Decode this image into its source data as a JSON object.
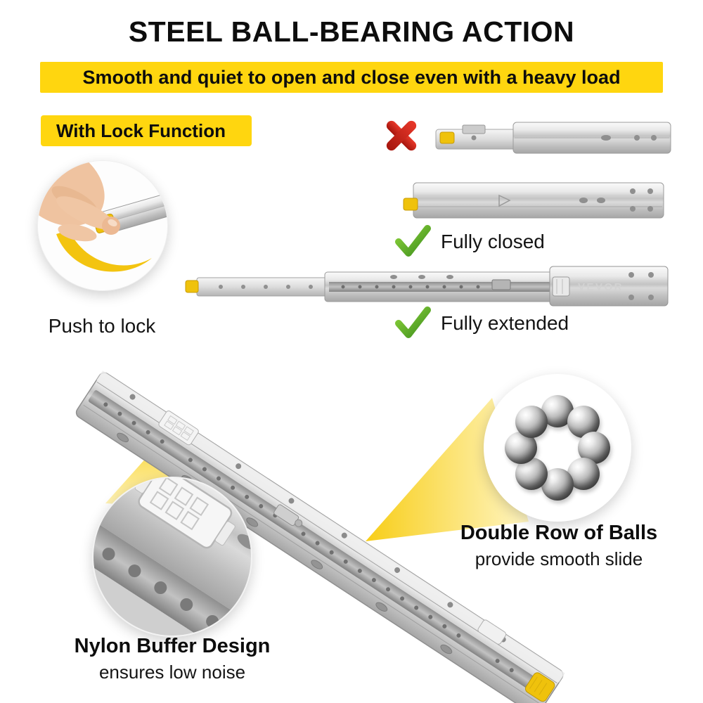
{
  "title": "STEEL BALL-BEARING ACTION",
  "banner": {
    "text": "Smooth and quiet to open and close even with a heavy load",
    "bg_color": "#FFD60F"
  },
  "lock": {
    "badge": "With Lock Function",
    "push_label": "Push to lock"
  },
  "status": {
    "closed_label": "Fully closed",
    "extended_label": "Fully extended"
  },
  "callouts": {
    "balls": {
      "title": "Double Row of Balls",
      "subtitle": "provide smooth slide"
    },
    "buffer": {
      "title": "Nylon Buffer Design",
      "subtitle": "ensures low noise"
    }
  },
  "brand": "VEVOR",
  "colors": {
    "accent_yellow": "#FFD60F",
    "reject_red": "#D7251D",
    "approve_green": "#5EB12F",
    "metal_gray": "#C4C4C4"
  },
  "icons": {
    "reject": "red-cross-x",
    "approve": "green-checkmark",
    "lock_lever": "yellow-lock-lever"
  }
}
